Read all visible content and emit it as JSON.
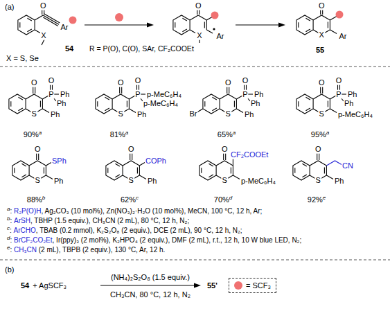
{
  "diagram": {
    "nodes": [
      {
        "text": [
          "= SCF₃"
        ]
      }
    ],
    "labels": [
      "(a)",
      "O",
      "X",
      "Ar",
      "X = S, Se",
      "54",
      "R = P(O), C(O), SAr, CF₂COOEt",
      "O",
      "X",
      "Ar",
      "O",
      "X",
      "Ar",
      "55",
      "O",
      "P",
      "O",
      "Ph",
      "Ph",
      "S",
      "Ph",
      "90%",
      "a",
      "O",
      "P",
      "O",
      "p-MeC₆H₄",
      "p-MeC₆H₄",
      "S",
      "Ph",
      "81%",
      "a",
      "O",
      "P",
      "O",
      "Ph",
      "Ph",
      "Br",
      "S",
      "Ph",
      "65%",
      "a",
      "O",
      "P",
      "O",
      "Ph",
      "Ph",
      "S",
      "p-MeC₆H₄",
      "95%",
      "a",
      "O",
      "SPh",
      "S",
      "Ph",
      "88%",
      "b",
      "O",
      "COPh",
      "S",
      "Ph",
      "62%",
      "c",
      "O",
      "CF₂COOEt",
      "S",
      "p-MeC₆H₄",
      "70%",
      "d",
      "O",
      "CN",
      "S",
      "Ph",
      "92%",
      "e",
      "a",
      ": ",
      "R₂P(O)H",
      ", Ag₂CO₃ (10 mol%), Zn(NO₃)₂·H₂O (10 mol%), MeCN, 100 °C, 12 h, Ar;",
      "b",
      ": ",
      "ArSH",
      ", TBHP (1.5 equiv.), CH₃CN (2 mL), 80 °C, 12 h, N₂;",
      "c",
      ": ",
      "ArCHO",
      ", TBAB (0.2 mmol), K₂S₂O₈ (2 equiv.), DCE (2 mL), 90 °C, 12 h, N₂;",
      "d",
      ": ",
      "BrCF₂CO₂Et",
      ", Ir(ppy)₃ (2 mol%), K₂HPO₄ (2 equiv.), DMF (2 mL), r.t., 12 h, 10 W blue LED, N₂;",
      "e",
      ": ",
      "CH₃CN",
      " (2 mL), TBPB (2 equiv.), 130 °C, Ar, 12 h.",
      "(b)",
      "54",
      "+ AgSCF₃",
      "(NH₄)₂S₂O₈ (1.5 equiv.)",
      "CH₃CN, 80 °C, 12 h, N₂",
      "55'"
    ]
  }
}
